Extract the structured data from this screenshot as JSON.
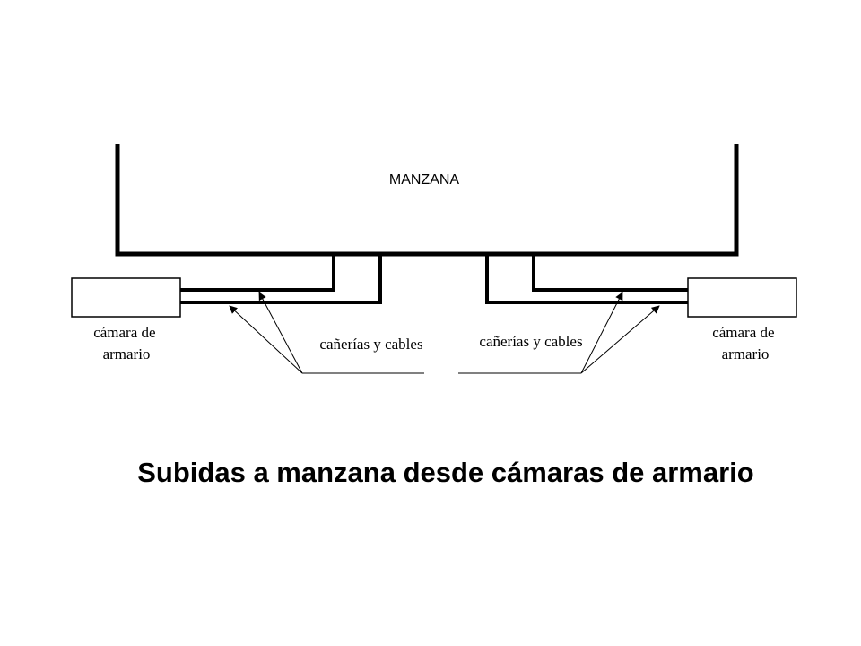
{
  "diagram": {
    "block_label": "MANZANA",
    "left_chamber": {
      "line1": "cámara de",
      "line2": "armario"
    },
    "right_chamber": {
      "line1": "cámara de",
      "line2": "armario"
    },
    "left_pipes_label": "cañerías y cables",
    "right_pipes_label": "cañerías y cables",
    "title": "Subidas a manzana desde cámaras de armario"
  },
  "colors": {
    "line": "#000000",
    "background": "#ffffff"
  }
}
